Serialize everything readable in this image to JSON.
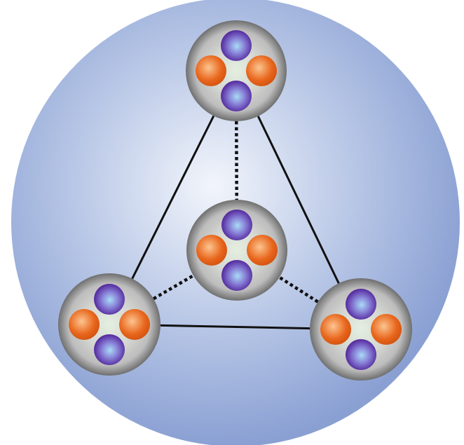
{
  "colors": {
    "background": "#ffffff",
    "sphere_center": "#f2f5fb",
    "sphere_mid": "#b7c6e6",
    "sphere_edge": "#8aa0d3",
    "cluster_center": "#e4efe0",
    "cluster_mid": "#bdbdbd",
    "cluster_edge": "#6f6f6f",
    "proton_light": "#fcc590",
    "proton_dark": "#e8661c",
    "neutron_core": "#a8dcf5",
    "neutron_mid": "#8a84d9",
    "neutron_edge": "#4e1e96",
    "bond_line": "#111111"
  },
  "clusters": [
    {
      "id": "top",
      "particles": [
        "neutron",
        "proton",
        "proton",
        "neutron"
      ]
    },
    {
      "id": "center",
      "particles": [
        "neutron",
        "proton",
        "proton",
        "neutron"
      ]
    },
    {
      "id": "left",
      "particles": [
        "neutron",
        "proton",
        "proton",
        "neutron"
      ]
    },
    {
      "id": "right",
      "particles": [
        "neutron",
        "proton",
        "proton",
        "neutron"
      ]
    }
  ],
  "bonds": [
    {
      "from": "top",
      "to": "left",
      "style": "solid"
    },
    {
      "from": "top",
      "to": "right",
      "style": "solid"
    },
    {
      "from": "left",
      "to": "right",
      "style": "solid"
    },
    {
      "from": "top",
      "to": "center",
      "style": "dotted"
    },
    {
      "from": "left",
      "to": "center",
      "style": "dotted"
    },
    {
      "from": "right",
      "to": "center",
      "style": "dotted"
    }
  ]
}
